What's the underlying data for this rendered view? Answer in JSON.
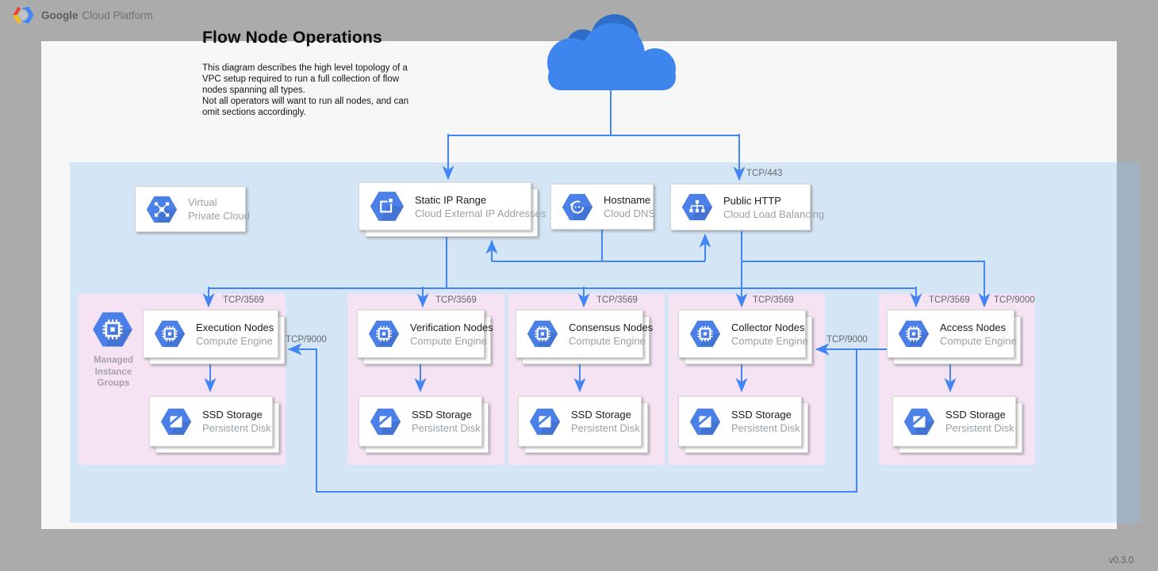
{
  "header": {
    "brand_bold": "Google",
    "brand_rest": "Cloud Platform"
  },
  "title": "Flow Node Operations",
  "description": "This diagram describes the high level topology of a\nVPC setup required to run a full collection of flow\nnodes spanning all types.\nNot all operators will want to run all nodes, and can\nomit sections accordingly.",
  "version": "v0.3.0",
  "colors": {
    "background_gray": "#ababab",
    "canvas_white": "#f7f7f7",
    "vpc_fill_over_white": "#ddedfa",
    "group_fill_pink": "#f5e3f3",
    "connector_blue": "#4285f4",
    "icon_hex_blue": "#4b80e8",
    "cloud_light": "#3e86ee",
    "cloud_dark": "#2e6dc8"
  },
  "vpc_card": {
    "line1": "Virtual",
    "line2": "Private Cloud"
  },
  "top_cards": {
    "static_ip": {
      "title": "Static IP Range",
      "subtitle": "Cloud External IP Addresses"
    },
    "hostname": {
      "title": "Hostname",
      "subtitle": "Cloud DNS"
    },
    "public_http": {
      "title": "Public HTTP",
      "subtitle": "Cloud Load Balancing"
    }
  },
  "mig_label": "Managed\nInstance\nGroups",
  "edge_labels": {
    "lb_in": "TCP/443",
    "exec_in_9000": "TCP/9000",
    "collector_in_9000": "TCP/9000"
  },
  "groups": [
    {
      "name": "Execution Nodes",
      "engine": "Compute Engine",
      "storage": "SSD Storage",
      "disk": "Persistent Disk",
      "in_port": "TCP/3569"
    },
    {
      "name": "Verification Nodes",
      "engine": "Compute Engine",
      "storage": "SSD Storage",
      "disk": "Persistent Disk",
      "in_port": "TCP/3569"
    },
    {
      "name": "Consensus Nodes",
      "engine": "Compute Engine",
      "storage": "SSD Storage",
      "disk": "Persistent Disk",
      "in_port": "TCP/3569"
    },
    {
      "name": "Collector Nodes",
      "engine": "Compute Engine",
      "storage": "SSD Storage",
      "disk": "Persistent Disk",
      "in_port": "TCP/3569"
    },
    {
      "name": "Access Nodes",
      "engine": "Compute Engine",
      "storage": "SSD Storage",
      "disk": "Persistent Disk",
      "in_port": "TCP/3569",
      "in_port2": "TCP/9000"
    }
  ]
}
